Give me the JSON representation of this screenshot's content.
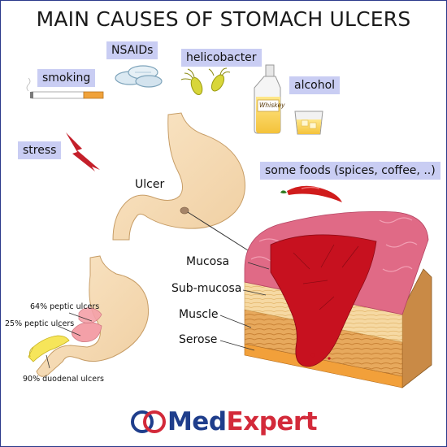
{
  "title": "MAIN CAUSES OF STOMACH ULCERS",
  "causes": {
    "nsaids": "NSAIDs",
    "helicobacter": "helicobacter",
    "smoking": "smoking",
    "alcohol": "alcohol",
    "stress": "stress",
    "foods": "some foods (spices, coffee, ..)",
    "bottle_label": "Whiskey"
  },
  "stomach": {
    "ulcer_label": "Ulcer"
  },
  "layers": [
    "Mucosa",
    "Sub-mucosa",
    "Muscle",
    "Serose"
  ],
  "ulcer_stats": [
    "64% peptic ulcers",
    "25% peptic ulcers",
    "90% duodenal ulcers"
  ],
  "brand": {
    "part1": "Med",
    "part2": "Expert"
  },
  "colors": {
    "tag_bg": "#c9cdf3",
    "brand_blue": "#1f3e8c",
    "brand_red": "#d32a3a",
    "mucosa": "#e06a86",
    "ulcer_red": "#c7111f",
    "stomach_skin": "#f6dcb6"
  }
}
